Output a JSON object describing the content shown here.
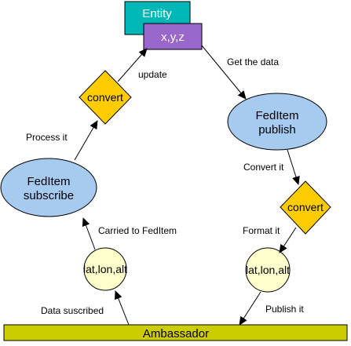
{
  "nodes": {
    "entity": "Entity",
    "xyz": "x,y,z",
    "convert_left": "convert",
    "convert_right": "convert",
    "fed_publish_line1": "FedItem",
    "fed_publish_line2": "publish",
    "fed_subscribe_line1": "FedItem",
    "fed_subscribe_line2": "subscribe",
    "latlon_left": "lat,lon,alt",
    "latlon_right": "lat,lon,alt",
    "ambassador": "Ambassador"
  },
  "edges": {
    "update": "update",
    "get_data": "Get the data",
    "process": "Process it",
    "convert_it": "Convert it",
    "carried": "Carried to FedItem",
    "format": "Format it",
    "data_subscribed": "Data suscribed",
    "publish": "Publish it"
  },
  "colors": {
    "entity": "#00b7b7",
    "xyz": "#9966cc",
    "ellipse": "#a6caf0",
    "diamond": "#ffcc00",
    "small_circle": "#ffffcc",
    "ambassador": "#cccc00"
  }
}
